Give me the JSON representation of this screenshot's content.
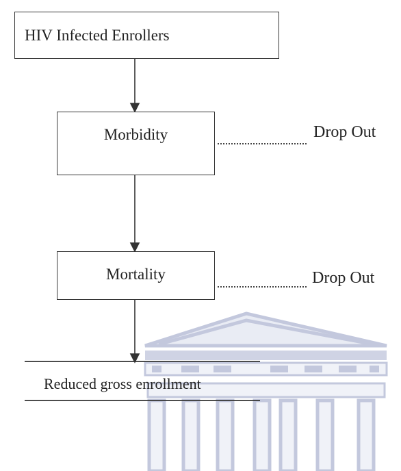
{
  "watermark": {
    "description_icon": "university-building-watermark",
    "color": "#b9bfd8"
  },
  "nodes": {
    "enrollers": "HIV Infected Enrollers",
    "morbidity": "Morbidity",
    "mortality": "Mortality",
    "outcome": "Reduced gross enrollment"
  },
  "side_labels": {
    "dropout_1": "Drop Out",
    "dropout_2": "Drop Out"
  },
  "colors": {
    "line": "#333333",
    "dots": "#444444"
  }
}
